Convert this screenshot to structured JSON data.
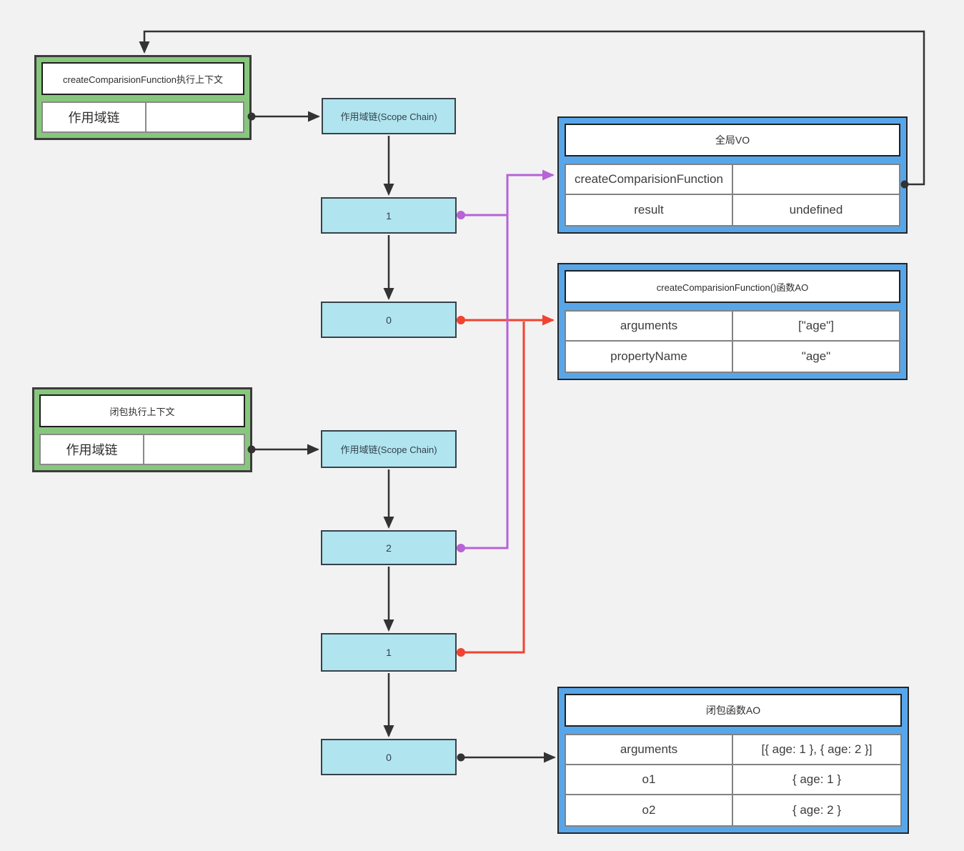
{
  "exec_contexts": [
    {
      "title": "createComparisionFunction执行上下文",
      "row_label": "作用域链",
      "row_value": ""
    },
    {
      "title": "闭包执行上下文",
      "row_label": "作用域链",
      "row_value": ""
    }
  ],
  "chains": [
    {
      "head": "作用域链(Scope Chain)",
      "nodes": [
        "1",
        "0"
      ]
    },
    {
      "head": "作用域链(Scope Chain)",
      "nodes": [
        "2",
        "1",
        "0"
      ]
    }
  ],
  "tables": [
    {
      "title": "全局VO",
      "rows": [
        {
          "key": "createComparisionFunction",
          "value": ""
        },
        {
          "key": "result",
          "value": "undefined"
        }
      ]
    },
    {
      "title": "createComparisionFunction()函数AO",
      "rows": [
        {
          "key": "arguments",
          "value": "[\"age\"]"
        },
        {
          "key": "propertyName",
          "value": "\"age\""
        }
      ]
    },
    {
      "title": "闭包函数AO",
      "rows": [
        {
          "key": "arguments",
          "value": "[{ age: 1 }, { age: 2 }]"
        },
        {
          "key": "o1",
          "value": "{ age: 1 }"
        },
        {
          "key": "o2",
          "value": "{ age: 2 }"
        }
      ]
    }
  ],
  "colors": {
    "green_box": "#87c77d",
    "cyan_node": "#b0e4ee",
    "blue_table": "#58a6ea",
    "wire_black": "#333333",
    "wire_purple": "#b763d6",
    "wire_red": "#f1432f",
    "background": "#f2f2f3"
  }
}
